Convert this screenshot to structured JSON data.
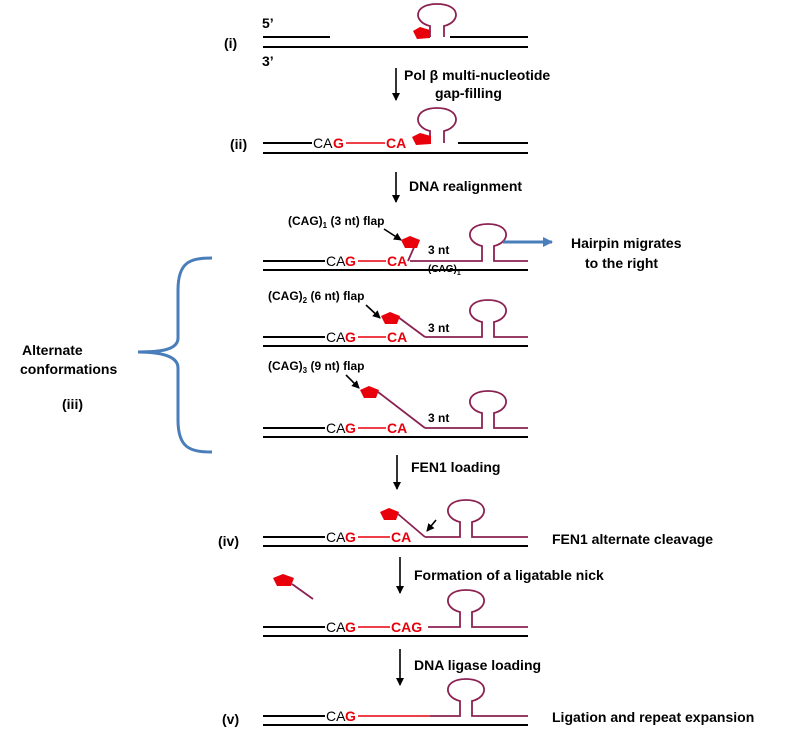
{
  "colors": {
    "strand": "#000000",
    "new_dna_and_nucleotides": "#e8000b",
    "hairpin_and_flap": "#8b2252",
    "migration_arrow": "#4a7ebb",
    "bracket": "#4a7ebb"
  },
  "stage_labels": {
    "i": "(i)",
    "ii": "(ii)",
    "iii": "(iii)",
    "iv": "(iv)",
    "v": "(v)"
  },
  "strand_ends": {
    "top": "5’",
    "bottom": "3’"
  },
  "steps": {
    "pol_beta_line1": "Pol β multi-nucleotide",
    "pol_beta_line2": "gap-filling",
    "realignment": "DNA realignment",
    "fen1_loading": "FEN1 loading",
    "nick": "Formation of a ligatable nick",
    "ligase": "DNA ligase loading"
  },
  "sequence": {
    "ca": "CA",
    "g": "G",
    "cag": "CAG"
  },
  "flaps": {
    "one": {
      "prefix": "(CAG)",
      "sub": "1",
      "suffix": " (3 nt) flap"
    },
    "two": {
      "prefix": "(CAG)",
      "sub": "2",
      "suffix": " (6 nt) flap"
    },
    "three": {
      "prefix": "(CAG)",
      "sub": "3",
      "suffix": " (9 nt) flap"
    },
    "three_nt": "3 nt",
    "under_label": "(CAG)",
    "under_sub": "1"
  },
  "annotations": {
    "hairpin_line1": "Hairpin migrates",
    "hairpin_line2": "to the right",
    "alt_line1": "Alternate",
    "alt_line2": "conformations",
    "fen1_cleavage": "FEN1 alternate cleavage",
    "ligation": "Ligation and repeat expansion"
  }
}
